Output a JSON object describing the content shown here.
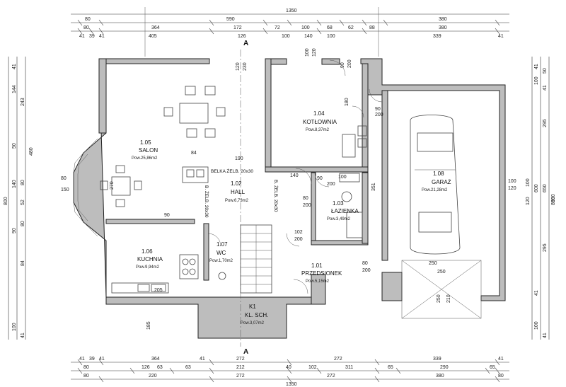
{
  "dimensions": {
    "top_total": "1350",
    "top_row1": [
      "80",
      "590",
      "380"
    ],
    "top_row2": [
      "80",
      "364",
      "172",
      "72",
      "100",
      "68",
      "62",
      "88",
      "380"
    ],
    "top_row3": [
      "41",
      "39",
      "41",
      "405",
      "126",
      "100",
      "140",
      "100",
      "339",
      "41"
    ],
    "bottom_total": "1350",
    "bottom_row1": [
      "41",
      "39",
      "41",
      "364",
      "41",
      "272",
      "272",
      "339",
      "41"
    ],
    "bottom_row2": [
      "80",
      "126",
      "63",
      "63",
      "212",
      "40",
      "102",
      "311",
      "65",
      "290",
      "65"
    ],
    "bottom_row3": [
      "80",
      "220",
      "272",
      "272",
      "380",
      "80"
    ],
    "left_total": "800",
    "left_vals": [
      "41",
      "144",
      "243",
      "480",
      "50",
      "140",
      "80",
      "52",
      "80",
      "90",
      "84",
      "100",
      "41"
    ],
    "right_total": "890",
    "right_vals": [
      "41",
      "50",
      "100",
      "41",
      "295",
      "600",
      "650",
      "100",
      "120",
      "890",
      "295",
      "41",
      "100",
      "41"
    ]
  },
  "rooms": [
    {
      "num": "1.05",
      "name": "SALON",
      "area": "Pow.25,86m2"
    },
    {
      "num": "1.04",
      "name": "KOTŁOWNIA",
      "area": "Pow.8,37m2"
    },
    {
      "num": "1.02",
      "name": "HALL",
      "area": "Pow.6,73m2"
    },
    {
      "num": "1.03",
      "name": "ŁAZIENKA",
      "area": "Pow.3,49m2"
    },
    {
      "num": "1.08",
      "name": "GARAŻ",
      "area": "Pow.21,28m2"
    },
    {
      "num": "1.06",
      "name": "KUCHNIA",
      "area": "Pow.9,94m2"
    },
    {
      "num": "1.07",
      "name": "WC",
      "area": "Pow.1,70m2"
    },
    {
      "num": "1.01",
      "name": "PRZEDSIONEK",
      "area": "Pow.5,15m2"
    },
    {
      "num": "K1",
      "name": "KL. SCH.",
      "area": "Pow.3,07m2"
    }
  ],
  "labels": {
    "section_top": "A",
    "section_bottom": "A",
    "beam_label": "BELKA ŻELB. 20x30",
    "beam_v1": "B. ŻELB. 20x30",
    "beam_v2": "B. ŻELB. 20x30",
    "door_dims": [
      "100",
      "120",
      "90",
      "200",
      "80",
      "200",
      "90",
      "200",
      "80",
      "200",
      "90",
      "200",
      "102",
      "200"
    ],
    "garage_dims": [
      "100",
      "120",
      "250",
      "250",
      "210",
      "250"
    ],
    "misc": [
      "230",
      "120",
      "180",
      "190",
      "84",
      "140",
      "100",
      "270",
      "80",
      "150",
      "90",
      "351",
      "205",
      "185"
    ]
  }
}
